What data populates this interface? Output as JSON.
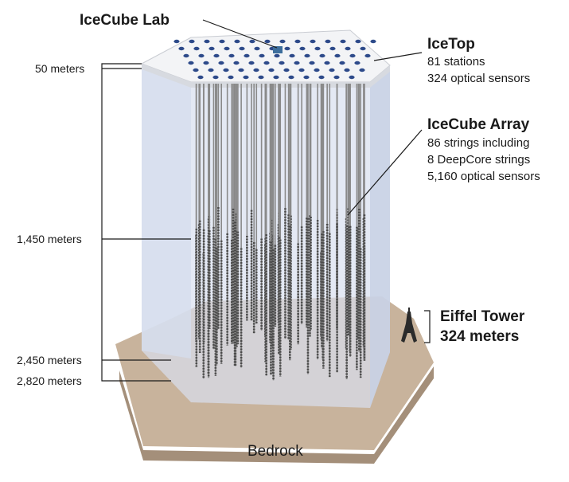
{
  "lab": {
    "title": "IceCube Lab"
  },
  "icetop": {
    "title": "IceTop",
    "lines": [
      "81 stations",
      "324 optical sensors"
    ]
  },
  "array": {
    "title": "IceCube Array",
    "lines": [
      "86 strings including",
      "8 DeepCore strings",
      "5,160 optical sensors"
    ]
  },
  "eiffel": {
    "title": "Eiffel Tower",
    "height": "324 meters"
  },
  "depths": [
    "50 meters",
    "1,450 meters",
    "2,450 meters",
    "2,820 meters"
  ],
  "bedrock": "Bedrock",
  "colors": {
    "ice": "#dfe6f3",
    "ground": "#c9b29a",
    "bedrock": "#b09c87",
    "sensor_dot": "#2d4a8a",
    "string": "#6b6b6b"
  }
}
